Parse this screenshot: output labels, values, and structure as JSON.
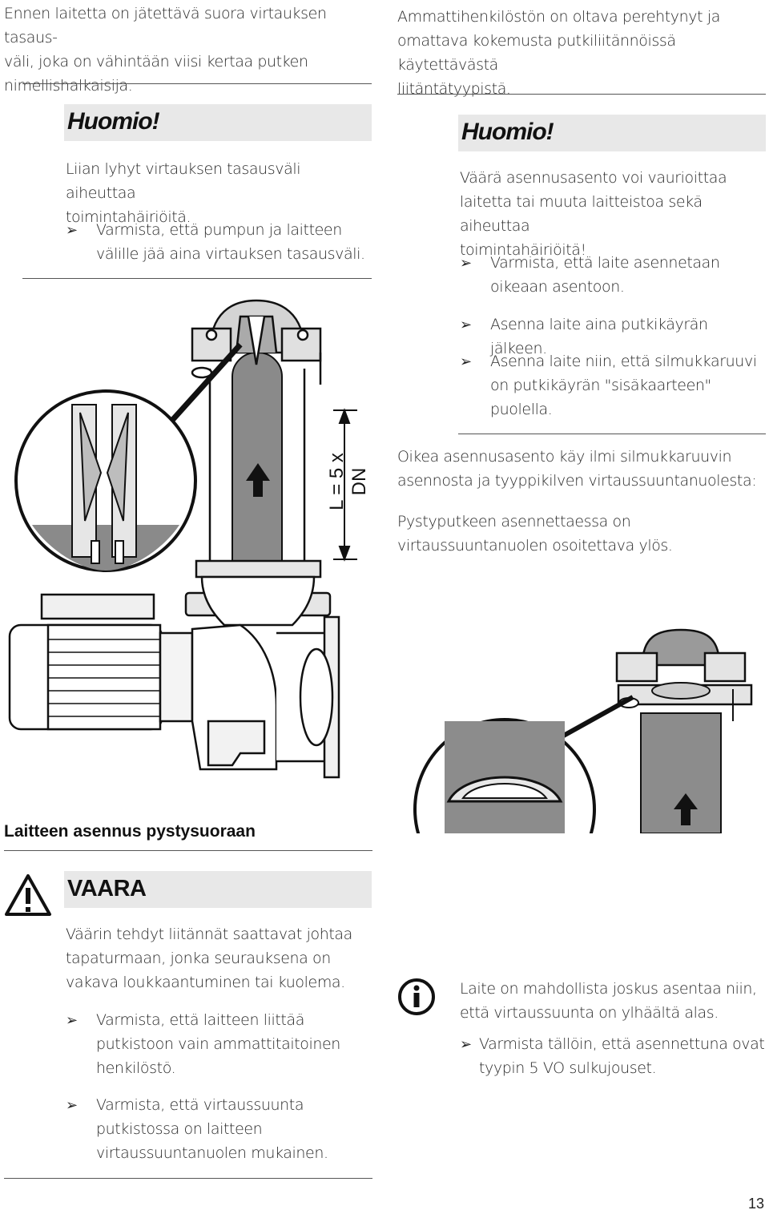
{
  "left": {
    "intro": "Ennen laitetta on jätettävä suora virtauksen tasaus-\nväli, joka on vähintään viisi kertaa putken\nnimellishalkaisija.",
    "notice1": {
      "title": "Huomio!",
      "text": "Liian lyhyt virtauksen tasausväli aiheuttaa\ntoimintahäiriöitä.",
      "bullets": [
        "Varmista, että pumpun ja laitteen\nvälille jää aina virtauksen tasausväli."
      ]
    },
    "dimension_label": "L = 5 x DN",
    "section_heading": "Laitteen asennus pystysuoraan",
    "danger": {
      "title": "VAARA",
      "text": "Väärin tehdyt liitännät saattavat johtaa\ntapaturmaan, jonka seurauksena on\nvakava loukkaantuminen tai kuolema.",
      "bullets": [
        "Varmista, että laitteen liittää\nputkistoon vain ammattitaitoinen\nhenkilöstö.",
        "Varmista, että virtaussuunta\nputkistossa on laitteen\nvirtaussuuntanuolen mukainen."
      ]
    }
  },
  "right": {
    "intro": "Ammattihenkilöstön on oltava perehtynyt ja\nomattava kokemusta putkiliitännöissä käytettävästä\nliitäntätyypistä.",
    "notice2": {
      "title": "Huomio!",
      "text": "Väärä asennusasento voi vaurioittaa\nlaitetta tai muuta laitteistoa sekä aiheuttaa\ntoimintahäiriöitä!",
      "bullets": [
        "Varmista, että laite asennetaan\noikeaan asentoon.",
        "Asenna laite aina putkikäyrän jälkeen.",
        "Asenna laite niin, että silmukkaruuvi\non putkikäyrän \"sisäkaarteen\"\npuolella."
      ]
    },
    "para1": "Oikea asennusasento käy ilmi silmukkaruuvin\nasennosta ja tyyppikilven virtaussuuntanuolesta:",
    "para2": "Pystyputkeen asennettaessa on\nvirtaussuuntanuolen osoitettava ylös.",
    "info": {
      "text": "Laite on mahdollista joskus asentaa niin,\nettä virtaussuunta on ylhäältä alas.",
      "bullets": [
        "Varmista tällöin, että asennettuna ovat\ntyypin 5 VO sulkujouset."
      ]
    }
  },
  "icons": {
    "bullet": "arrowhead-bullet-icon",
    "warning": "warning-triangle-icon",
    "info": "info-circle-icon"
  },
  "page_number": "13"
}
